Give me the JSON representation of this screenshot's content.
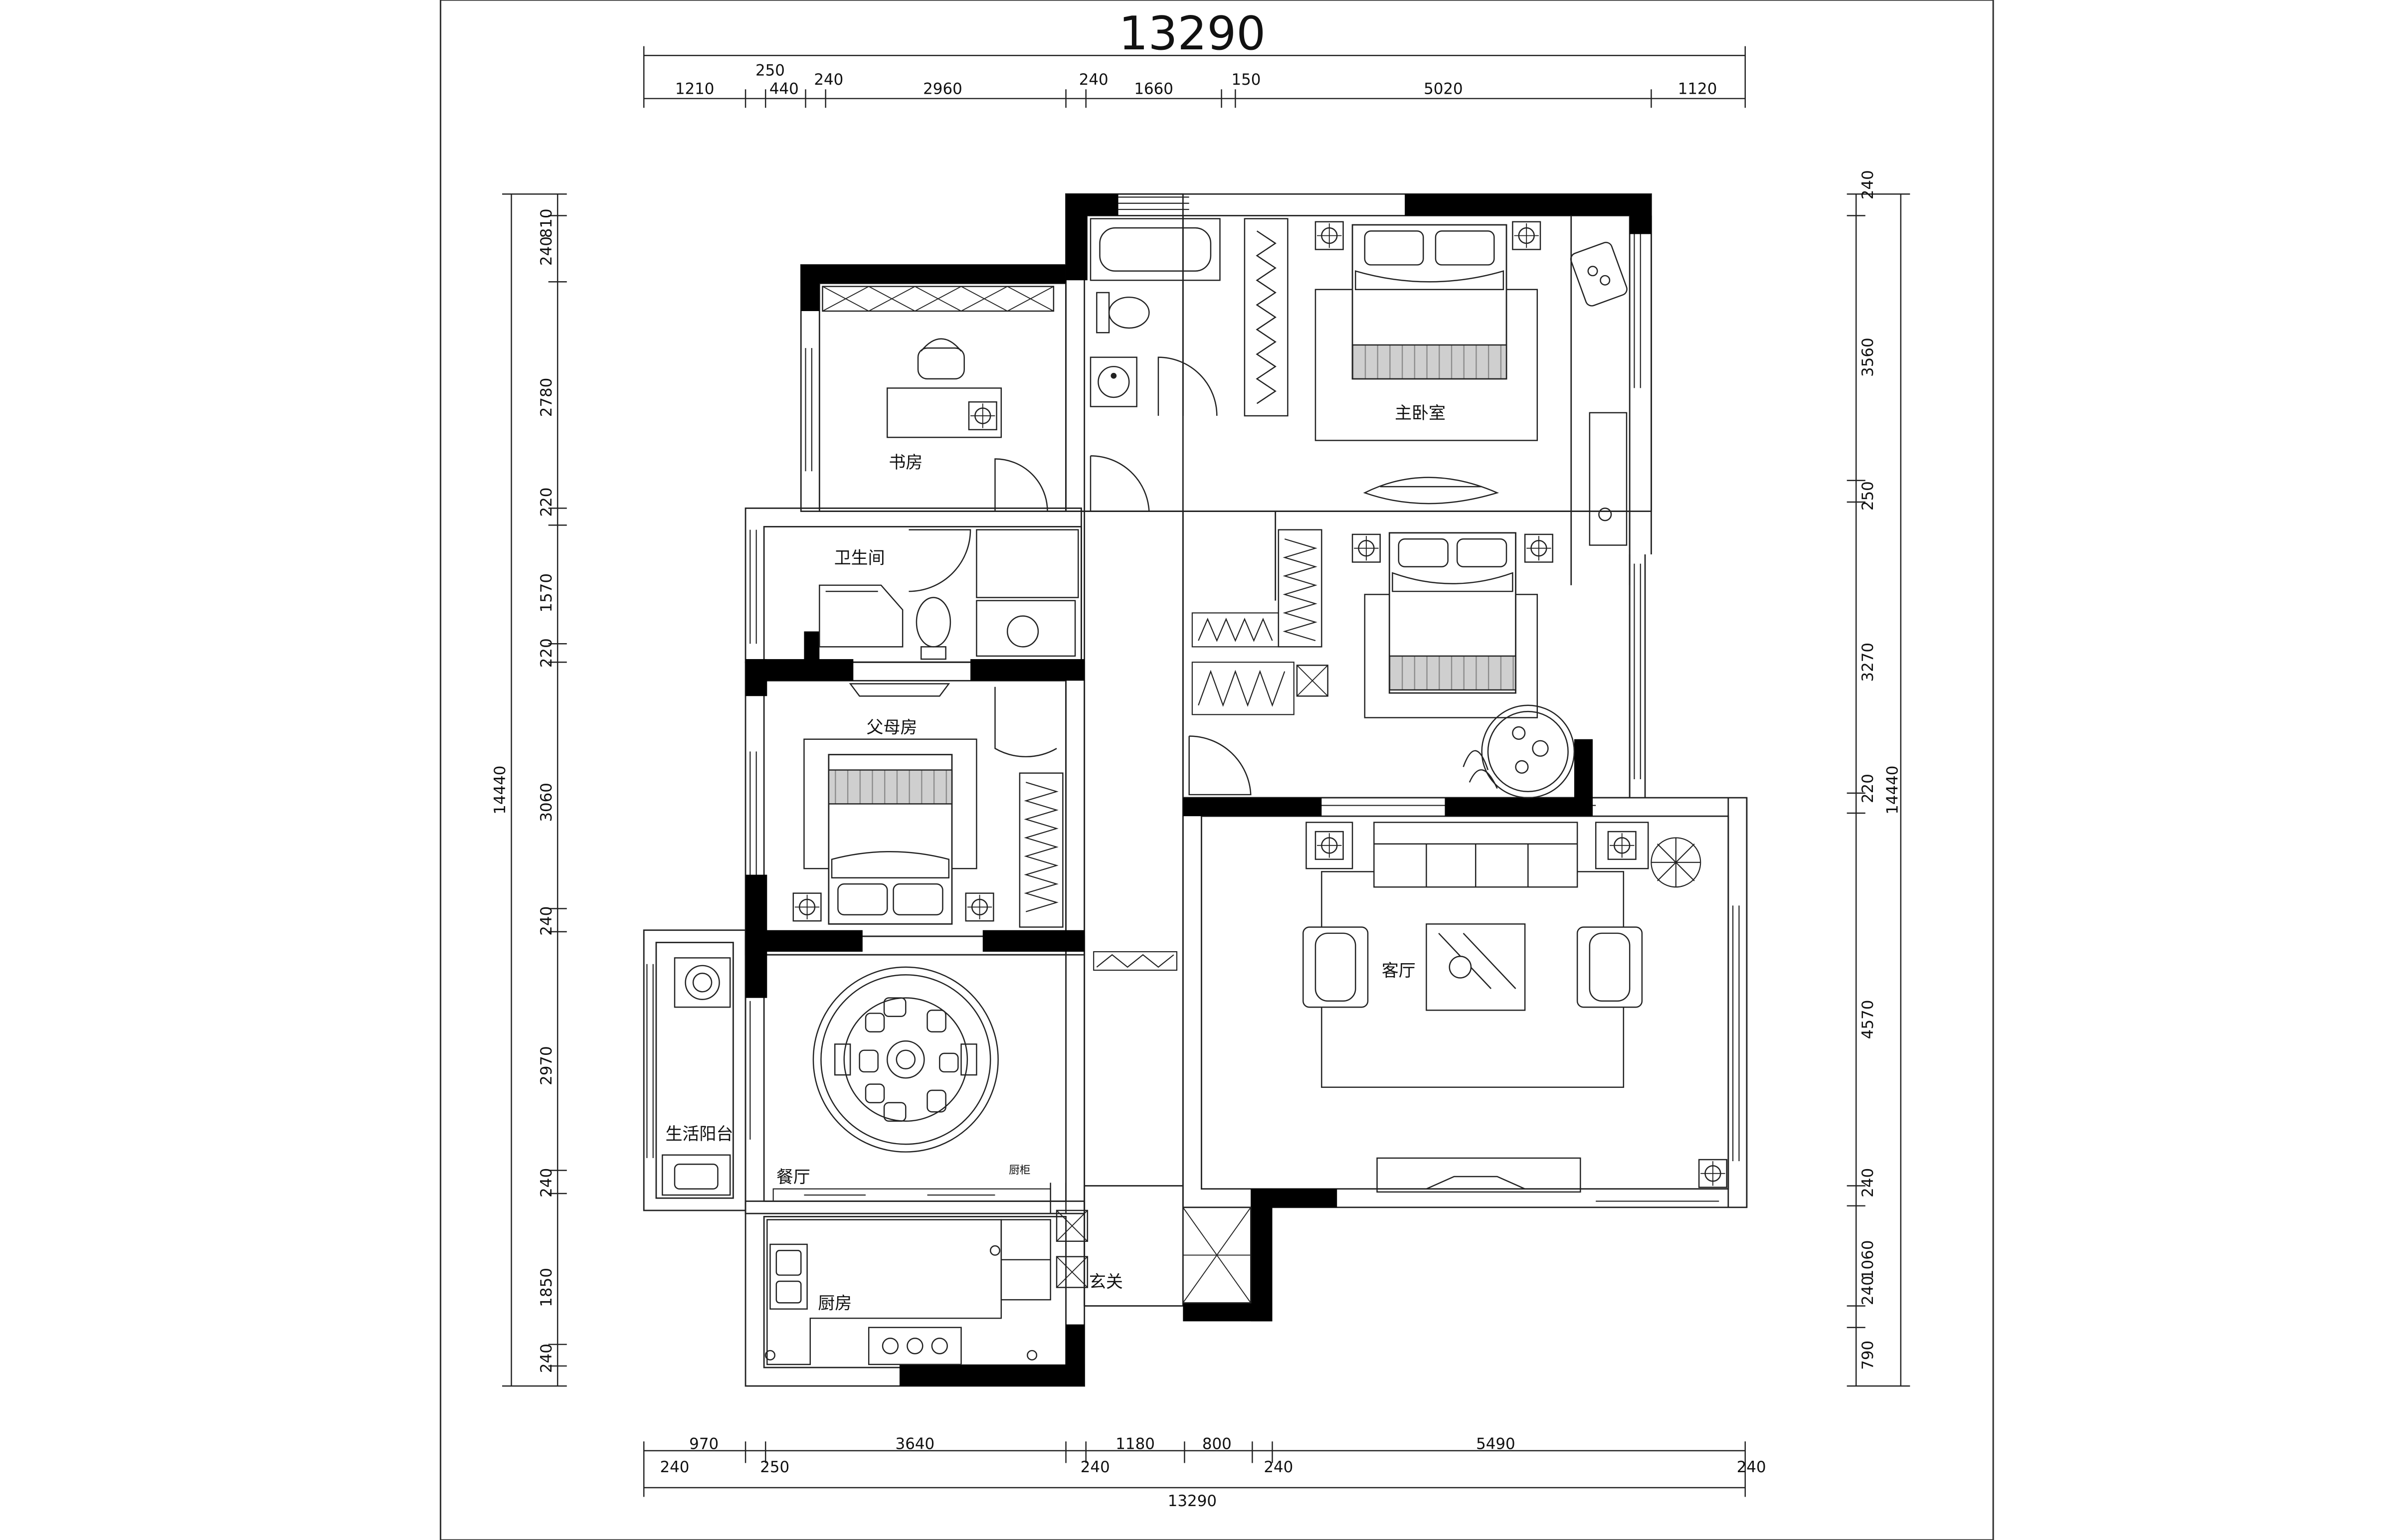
{
  "rooms": {
    "study": "书房",
    "master_bedroom": "主卧室",
    "bathroom": "卫生间",
    "parents_room": "父母房",
    "living_room": "客厅",
    "dining_room": "餐厅",
    "kitchen": "厨房",
    "entrance": "玄关",
    "utility_balcony": "生活阳台",
    "cabinet_note": "厨柜"
  },
  "dims_top": {
    "total": "13290",
    "seg_a": [
      "1210",
      "250",
      "440",
      "240",
      "2960",
      "240",
      "1660",
      "150",
      "5020",
      "1120"
    ]
  },
  "dims_bottom": {
    "seg_a": [
      "970",
      "3640",
      "1180",
      "800",
      "5490"
    ],
    "seg_b": [
      "240",
      "250",
      "240",
      "240",
      "240"
    ],
    "total": "13290"
  },
  "dims_left": {
    "total": "14440",
    "segs": [
      "240",
      "810",
      "2780",
      "220",
      "1570",
      "220",
      "3060",
      "240",
      "2970",
      "240",
      "1850",
      "240"
    ]
  },
  "dims_right": {
    "total": "14440",
    "segs": [
      "240",
      "3560",
      "250",
      "3270",
      "220",
      "4570",
      "240",
      "1060",
      "240",
      "790"
    ]
  }
}
